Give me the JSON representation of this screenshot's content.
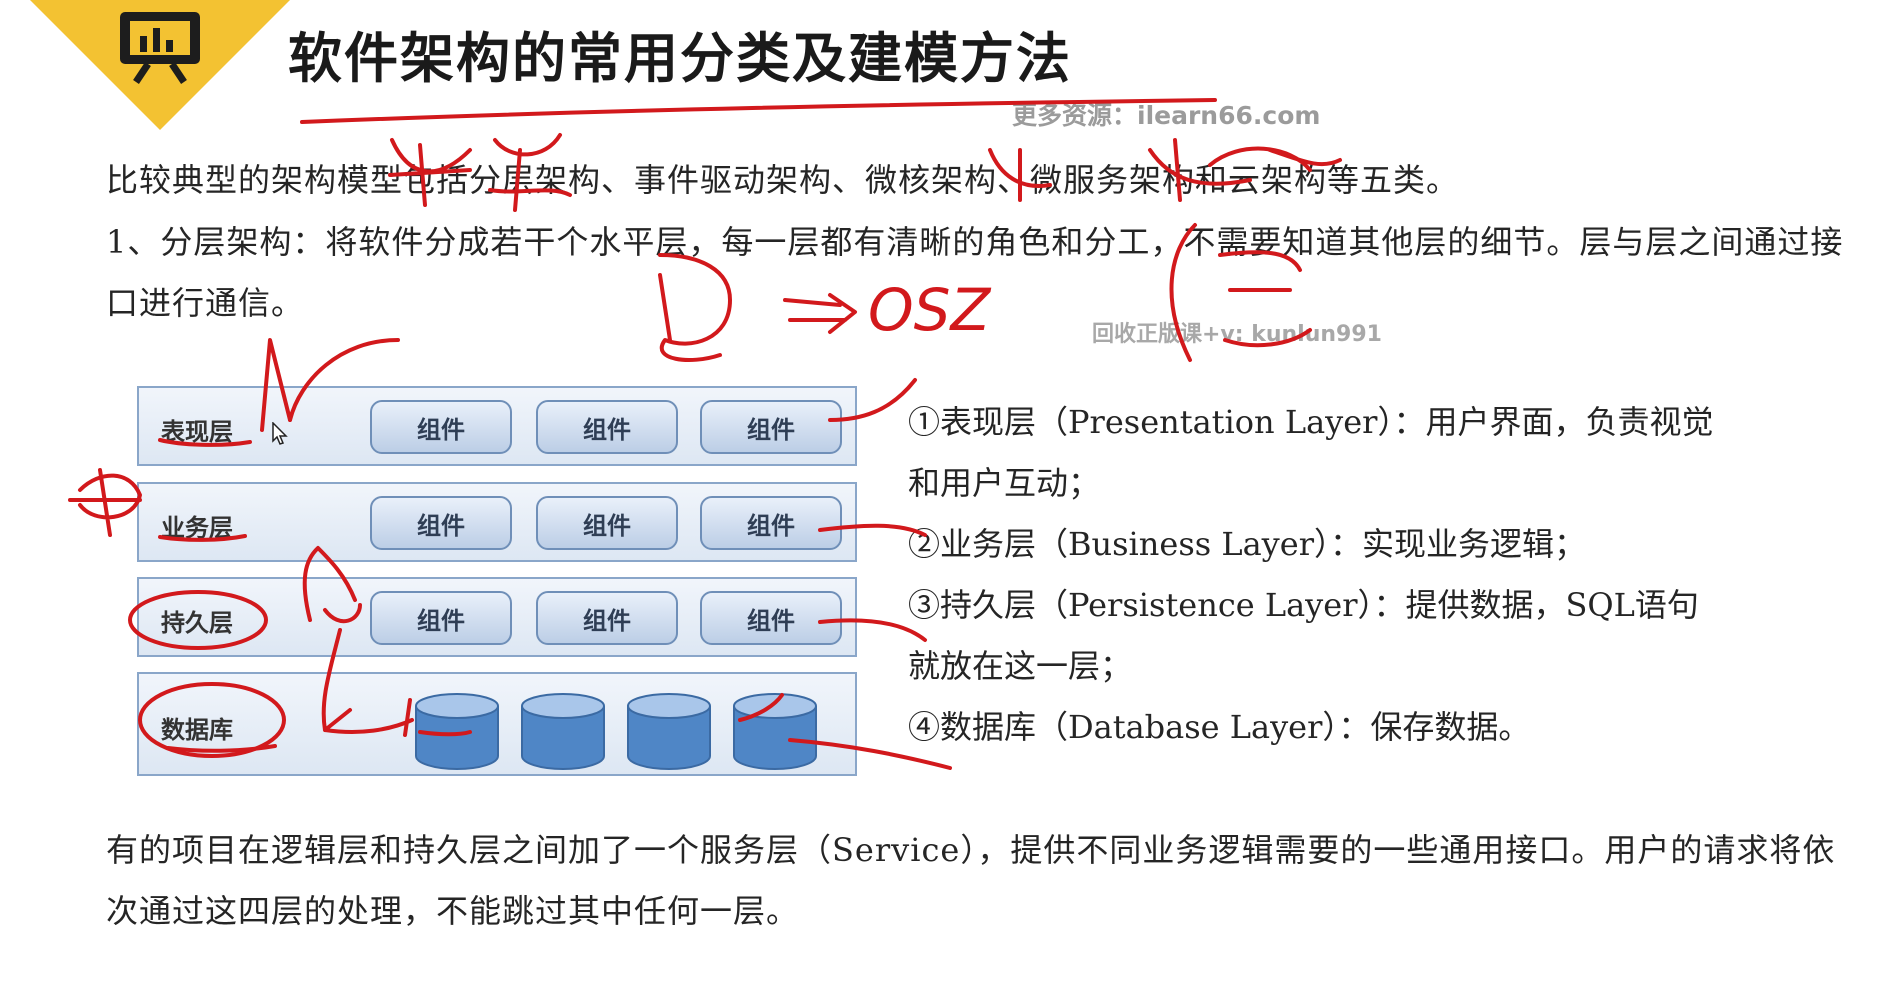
{
  "slide": {
    "title": "软件架构的常用分类及建模方法",
    "watermark_top": "更多资源：ilearn66.com",
    "watermark_mid": "回收正版课+v: kunlun991",
    "intro": "比较典型的架构模型包括分层架构、事件驱动架构、微核架构、微服务架构和云架构等五类。",
    "layered_def": "1、分层架构：将软件分成若干个水平层，每一层都有清晰的角色和分工，不需要知道其他层的细节。层与层之间通过接口进行通信。",
    "closing": "有的项目在逻辑层和持久层之间加了一个服务层（Service），提供不同业务逻辑需要的一些通用接口。用户的请求将依次通过这四层的处理，不能跳过其中任何一层。"
  },
  "diagram": {
    "layers": [
      {
        "name": "表现层",
        "components": [
          "组件",
          "组件",
          "组件"
        ]
      },
      {
        "name": "业务层",
        "components": [
          "组件",
          "组件",
          "组件"
        ]
      },
      {
        "name": "持久层",
        "components": [
          "组件",
          "组件",
          "组件"
        ]
      },
      {
        "name": "数据库"
      }
    ]
  },
  "descriptions": {
    "presentation": "①表现层（Presentation Layer）：用户界面，负责视觉和用户互动；",
    "business": "②业务层（Business Layer）：实现业务逻辑；",
    "persistence": "③持久层（Persistence Layer）：提供数据，SQL语句就放在这一层；",
    "database": "④数据库（Database Layer）：保存数据。"
  },
  "handwriting": {
    "annotation": "OSZ"
  },
  "colors": {
    "accent_yellow": "#f3c232",
    "ink_red": "#d2191c",
    "layer_border": "#8aa6c9",
    "db_blue": "#4f86c6"
  },
  "icons": {
    "corner": "presentation-board-icon",
    "cursor": "mouse-pointer-icon"
  }
}
